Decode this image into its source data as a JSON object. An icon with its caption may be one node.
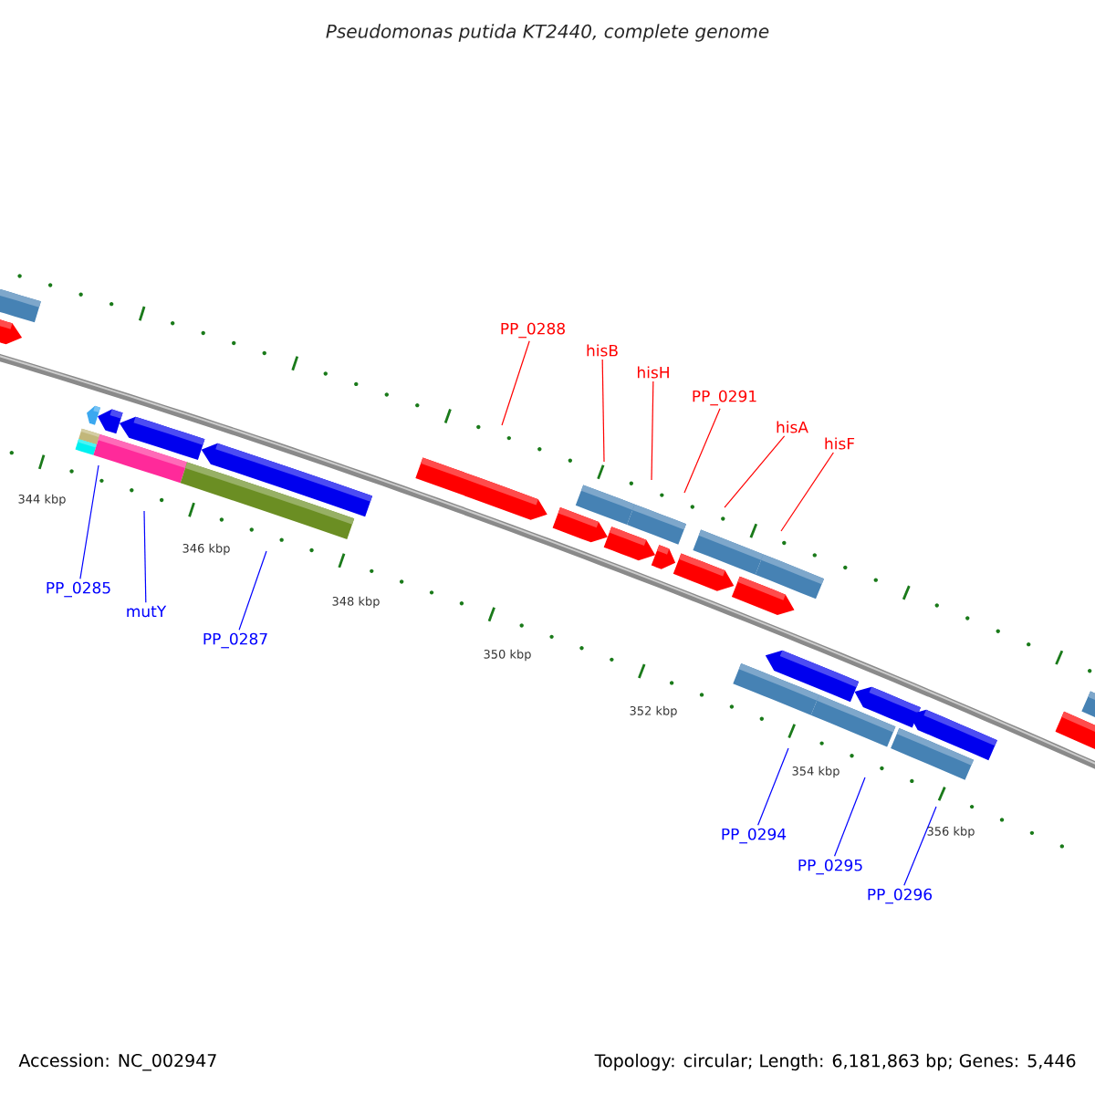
{
  "diagram": {
    "title": "Pseudomonas putida KT2440, complete genome",
    "nodes": [
      {
        "text": [
          "PP_0288"
        ]
      },
      {
        "text": [
          "hisB"
        ]
      },
      {
        "text": [
          "hisH"
        ]
      },
      {
        "text": [
          "PP_0291"
        ]
      },
      {
        "text": [
          "hisA"
        ]
      },
      {
        "text": [
          "hisF"
        ]
      },
      {
        "text": [
          "PP_0285"
        ]
      },
      {
        "text": [
          "mutY"
        ]
      },
      {
        "text": [
          "PP_0287"
        ]
      },
      {
        "text": [
          "PP_0294"
        ]
      },
      {
        "text": [
          "PP_0295"
        ]
      },
      {
        "text": [
          "PP_0296"
        ]
      }
    ],
    "edges": [
      {
        "from": 0,
        "to": null,
        "arrow": "none",
        "color": "#ff0000"
      },
      {
        "from": 1,
        "to": null,
        "arrow": "none",
        "color": "#ff0000"
      },
      {
        "from": 2,
        "to": null,
        "arrow": "none",
        "color": "#ff0000"
      },
      {
        "from": 3,
        "to": null,
        "arrow": "none",
        "color": "#ff0000"
      },
      {
        "from": 4,
        "to": null,
        "arrow": "none",
        "color": "#ff0000"
      },
      {
        "from": 5,
        "to": null,
        "arrow": "none",
        "color": "#ff0000"
      },
      {
        "from": 6,
        "to": null,
        "arrow": "none",
        "color": "#0000ff"
      },
      {
        "from": 7,
        "to": null,
        "arrow": "none",
        "color": "#0000ff"
      },
      {
        "from": 8,
        "to": null,
        "arrow": "none",
        "color": "#0000ff"
      },
      {
        "from": 9,
        "to": null,
        "arrow": "none",
        "color": "#0000ff"
      },
      {
        "from": 10,
        "to": null,
        "arrow": "none",
        "color": "#0000ff"
      },
      {
        "from": 11,
        "to": null,
        "arrow": "none",
        "color": "#0000ff"
      }
    ],
    "labels": [
      "344 kbp",
      "346 kbp",
      "348 kbp",
      "350 kbp",
      "352 kbp",
      "354 kbp",
      "356 kbp",
      "Accession: NC_002947",
      "Topology: circular; Length: 6,181,863 bp; Genes: 5,446"
    ]
  }
}
